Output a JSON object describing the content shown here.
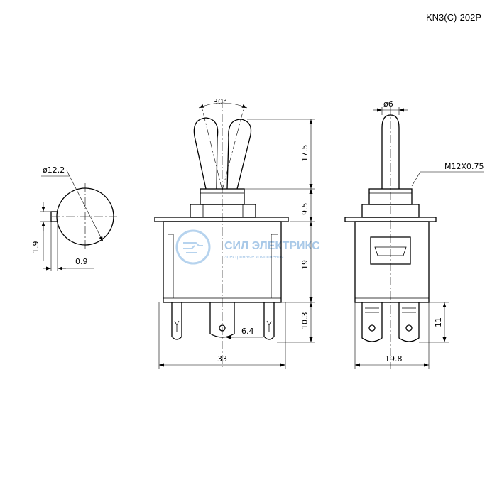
{
  "model": "KN3(C)-202P",
  "watermark": {
    "brand": "СИЛ ЭЛЕКТРИКС",
    "tagline": "электронные компоненты"
  },
  "dimensions": {
    "lever_angle": "30°",
    "lever_dia": "ø6",
    "thread": "M12X0.75",
    "washer_dia": "ø12.2",
    "key_height": "1.9",
    "key_width": "0.9",
    "lever_length": "17.5",
    "bushing_height": "9.5",
    "body_height": "19",
    "terminal_height": "10.3",
    "terminal_width": "6.4",
    "body_width": "33",
    "side_depth": "19.8",
    "side_terminal": "11"
  }
}
